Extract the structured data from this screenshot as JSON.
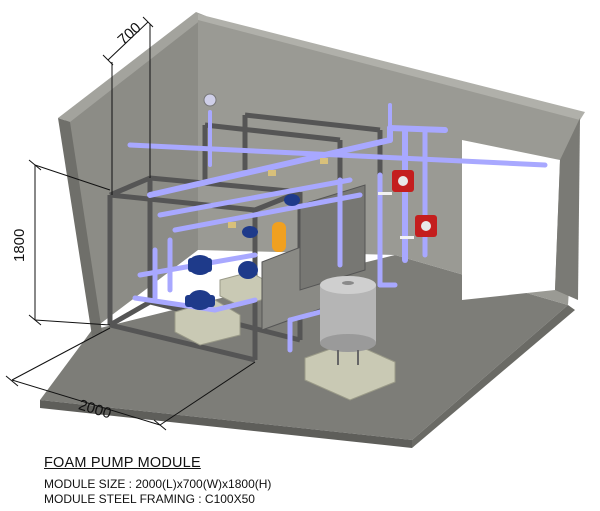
{
  "dimensions": {
    "depth_label": "700",
    "height_label": "1800",
    "length_label": "2000"
  },
  "caption": {
    "title": "FOAM PUMP MODULE",
    "size_line": "MODULE SIZE : 2000(L)x700(W)x1800(H)",
    "framing_line": "MODULE STEEL FRAMING : C100X50"
  },
  "colors": {
    "wall": "#8c8c86",
    "wall_dark": "#6f6f6a",
    "floor": "#7d7d78",
    "pipe": "#a8a8ff",
    "frame": "#5b5b5b",
    "plinth": "#c9c9b4",
    "pump_blue": "#1e3a8a",
    "valve_red": "#c41e1e",
    "tank": "#b5b5b5",
    "orange_tank": "#f0a020"
  }
}
